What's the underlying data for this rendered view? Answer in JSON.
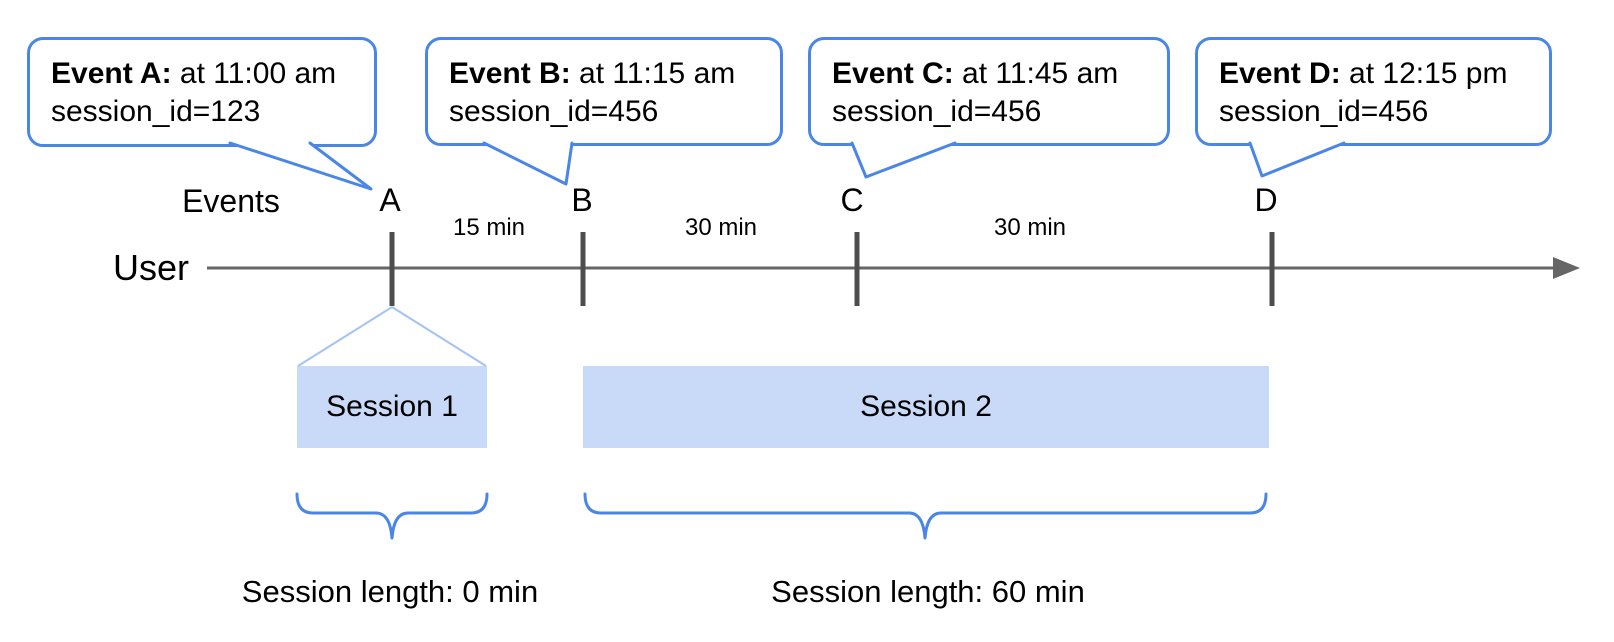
{
  "colors": {
    "bubble_border": "#4a86e8",
    "brace": "#4a86e8",
    "funnel_line": "#a4c2f4",
    "session_fill": "#c9daf8",
    "timeline": "#666666",
    "tick": "#4d4d4d",
    "text": "#000000"
  },
  "rows": {
    "events_label": "Events",
    "user_label": "User"
  },
  "events": [
    {
      "marker": "A",
      "callout": {
        "bold": "Event A:",
        "text": "at 11:00 am",
        "line2": "session_id=123"
      }
    },
    {
      "marker": "B",
      "callout": {
        "bold": "Event B:",
        "text": "at 11:15 am",
        "line2": "session_id=456"
      }
    },
    {
      "marker": "C",
      "callout": {
        "bold": "Event C:",
        "text": "at 11:45 am",
        "line2": "session_id=456"
      }
    },
    {
      "marker": "D",
      "callout": {
        "bold": "Event D:",
        "text": "at 12:15 pm",
        "line2": "session_id=456"
      }
    }
  ],
  "intervals": [
    "15 min",
    "30 min",
    "30 min"
  ],
  "sessions": [
    {
      "name": "Session 1",
      "length_label": "Session length: 0 min"
    },
    {
      "name": "Session 2",
      "length_label": "Session length: 60 min"
    }
  ]
}
